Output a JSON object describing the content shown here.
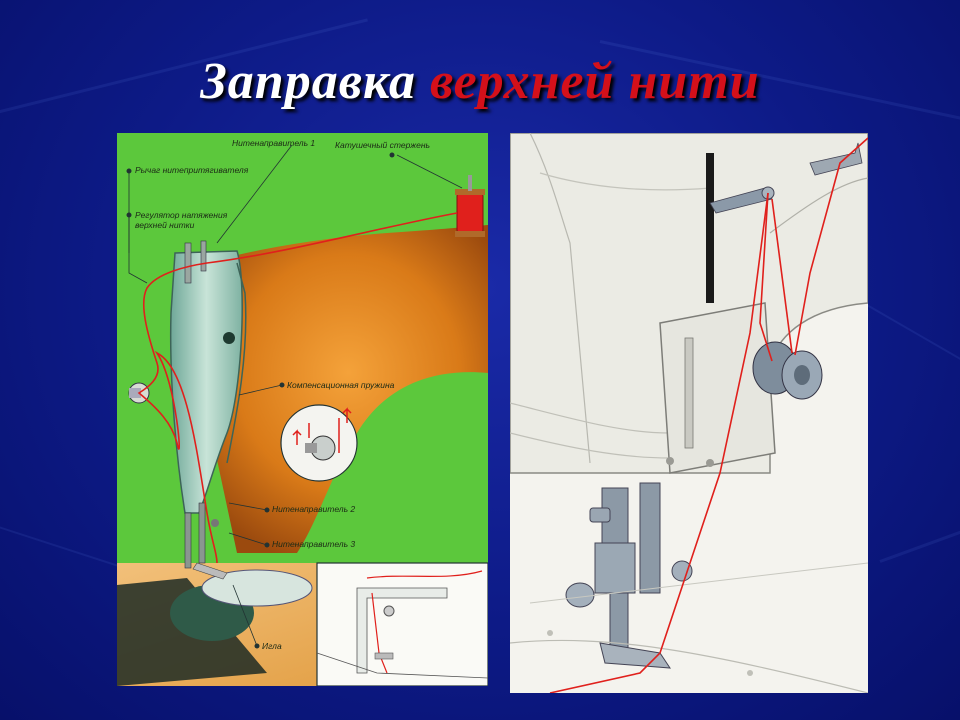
{
  "title": {
    "part1": "Заправка",
    "part2": "верхней нити"
  },
  "left_diagram": {
    "labels": {
      "thread_guide_1": "Нитенаправитель 1",
      "spool_pin": "Катушечный стержень",
      "take_up_lever": "Рычаг нитепритягивателя",
      "tension_regulator_line1": "Регулятор натяжения",
      "tension_regulator_line2": "верхней нитки",
      "compensation_spring": "Компенсационная пружина",
      "thread_guide_2": "Нитенаправитель 2",
      "thread_guide_3": "Нитенаправитель 3",
      "needle": "Игла"
    }
  },
  "colors": {
    "thread": "#e0201c",
    "background": "#0d1a86",
    "left_bg": "#5cc83c",
    "machine_body": "#e08a1c",
    "machine_head": "#9cc7b8"
  }
}
